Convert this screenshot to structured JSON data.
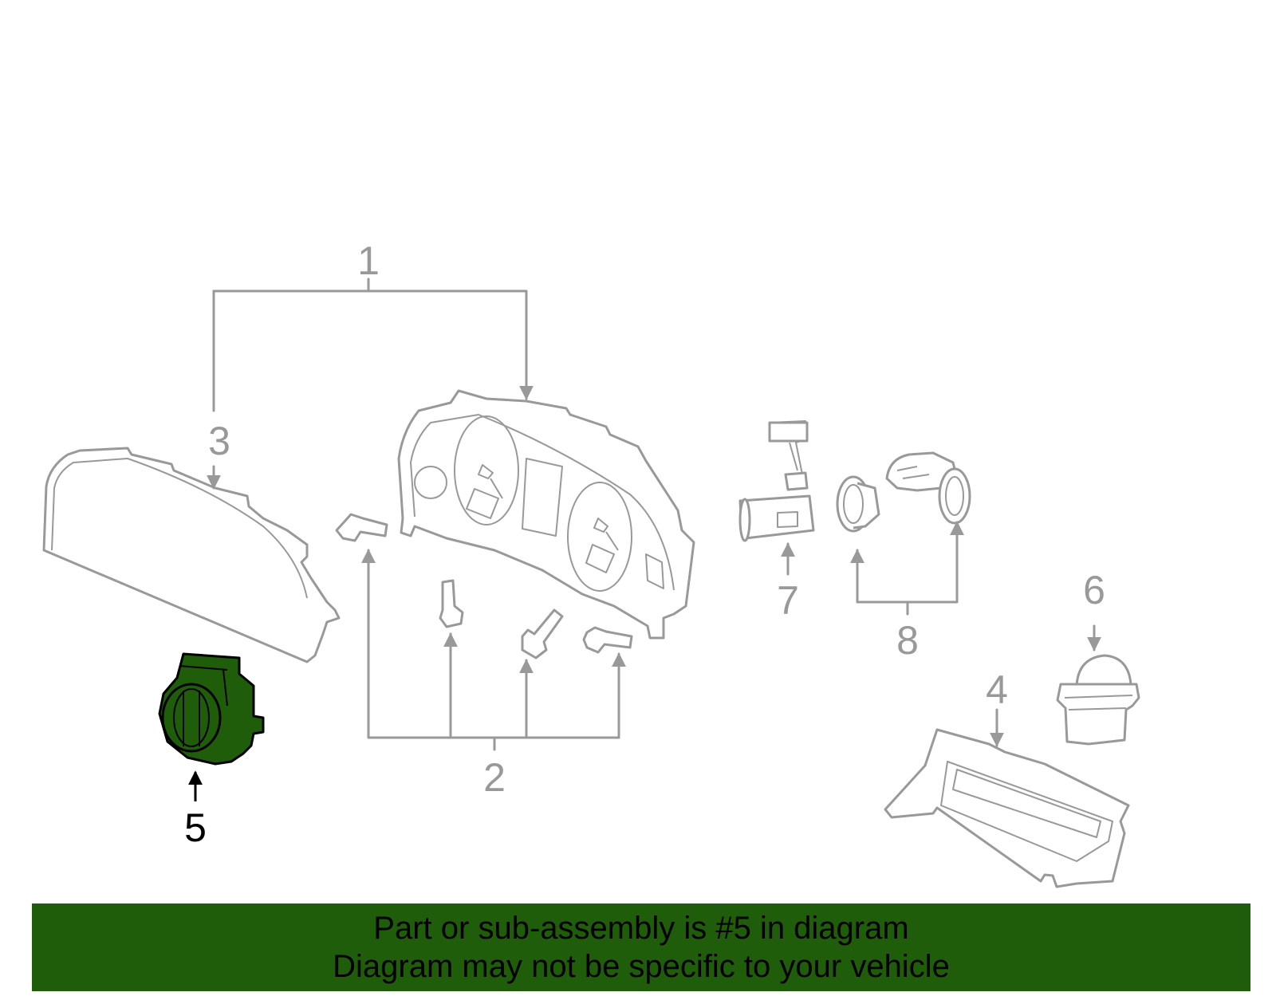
{
  "callouts": {
    "c1": "1",
    "c2": "2",
    "c3": "3",
    "c4": "4",
    "c5": "5",
    "c6": "6",
    "c7": "7",
    "c8": "8"
  },
  "banner": {
    "line1": "Part or sub-assembly is #5 in diagram",
    "line2": "Diagram may not be specific to your vehicle"
  },
  "colors": {
    "highlight_part": "#1f5d0b",
    "banner_bg": "#1f5d0b",
    "line_art": "#999999",
    "highlight_label": "#000000"
  }
}
